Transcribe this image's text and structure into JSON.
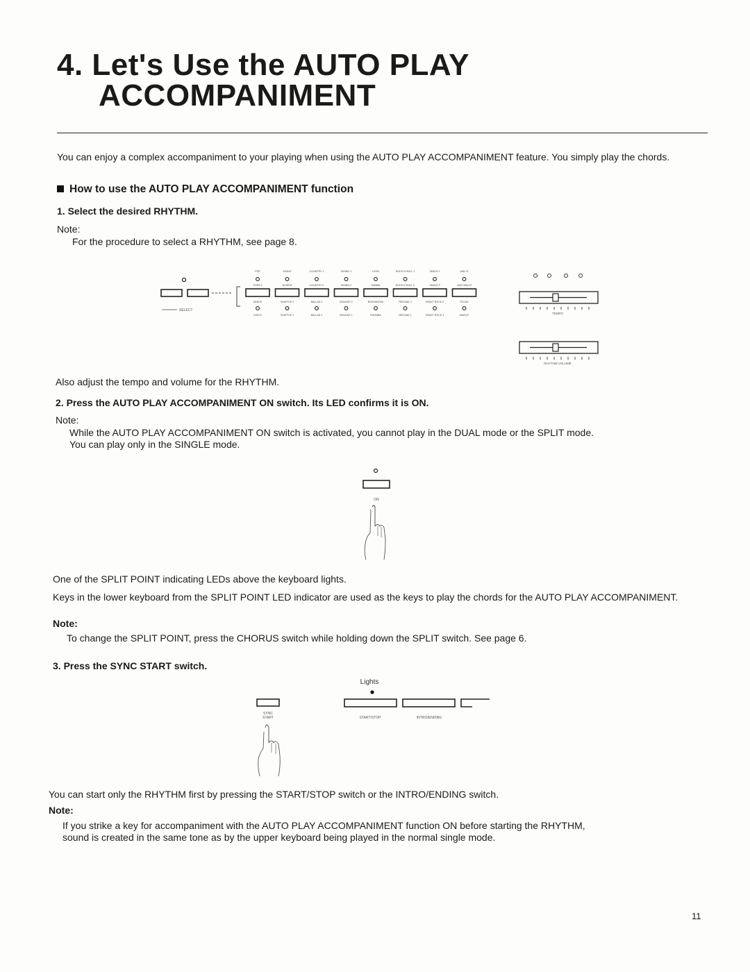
{
  "page": {
    "title_line1": "4. Let's Use the AUTO PLAY",
    "title_line2": "ACCOMPANIMENT",
    "page_number": "11"
  },
  "intro": "You can enjoy a complex accompaniment to your playing when using the AUTO PLAY ACCOMPANIMENT feature. You simply play the chords.",
  "section": {
    "heading": "How to use the AUTO PLAY ACCOMPANIMENT function"
  },
  "step1": {
    "title": "1. Select the desired RHYTHM.",
    "note_label": "Note:",
    "note_text": "For the procedure to select a RHYTHM, see page 8.",
    "after": "Also adjust the tempo and volume for the RHYTHM."
  },
  "rhythm_panel": {
    "select_label": "SELECT",
    "tempo_label": "TEMPO",
    "volume_label": "RHYTHM VOLUME",
    "rhythms_row1": [
      "POP",
      "8 BEAT",
      "COUNTRY 1",
      "SWING 1",
      "LATIN",
      "ROCK N ROLL 1",
      "TANGO 1",
      "WALTZ"
    ],
    "rhythms_row2": [
      "POPS 2",
      "16 BEAT",
      "COUNTRY 2",
      "SWING 2",
      "SAMBA",
      "ROCK N ROLL 2",
      "TANGO 2",
      "JAZZ WALTZ"
    ],
    "rhythms_row3": [
      "DANCE",
      "SHUFFLE 2",
      "BALLAD 2",
      "BOUNCE 2",
      "BOSSANOVA",
      "REGGAE 2",
      "HEAVY ROCK 2",
      "POLKA"
    ],
    "rhythms_row4": [
      "DISCO",
      "SHUFFLE 1",
      "BALLAD 1",
      "BOUNCE 1",
      "RHUMBA",
      "REGGAE 1",
      "HEAVY ROCK 1",
      "MARCH"
    ]
  },
  "step2": {
    "title": "2. Press the AUTO PLAY ACCOMPANIMENT ON switch. Its LED confirms it is ON.",
    "note_label": "Note:",
    "note_line1": "While the AUTO PLAY ACCOMPANIMENT ON switch is activated, you cannot play in the DUAL mode or the SPLIT mode.",
    "note_line2": "You can play only in the SINGLE mode.",
    "on_label": "ON",
    "para1": "One of the SPLIT POINT indicating LEDs above the keyboard lights.",
    "para2": "Keys in the lower keyboard from the SPLIT POINT LED indicator are used as the keys to play the chords for the AUTO PLAY ACCOMPANIMENT.",
    "note2_label": "Note:",
    "note2_text": "To change the SPLIT POINT, press the CHORUS switch while holding down the SPLIT switch. See page 6."
  },
  "step3": {
    "title": "3. Press the SYNC START switch.",
    "lights_label": "Lights",
    "sync_label1": "SYNC",
    "sync_label2": "START",
    "startstop_label": "START/STOP",
    "intro_label": "INTRO/ENDING",
    "para": "You can start only the RHYTHM first by pressing the START/STOP switch or the INTRO/ENDING switch.",
    "note_label": "Note:",
    "note_line1": "If you strike a key for accompaniment with the AUTO PLAY ACCOMPANIMENT function ON before starting the RHYTHM,",
    "note_line2": "sound is created in the same tone as by the upper keyboard being played in the normal single mode."
  }
}
